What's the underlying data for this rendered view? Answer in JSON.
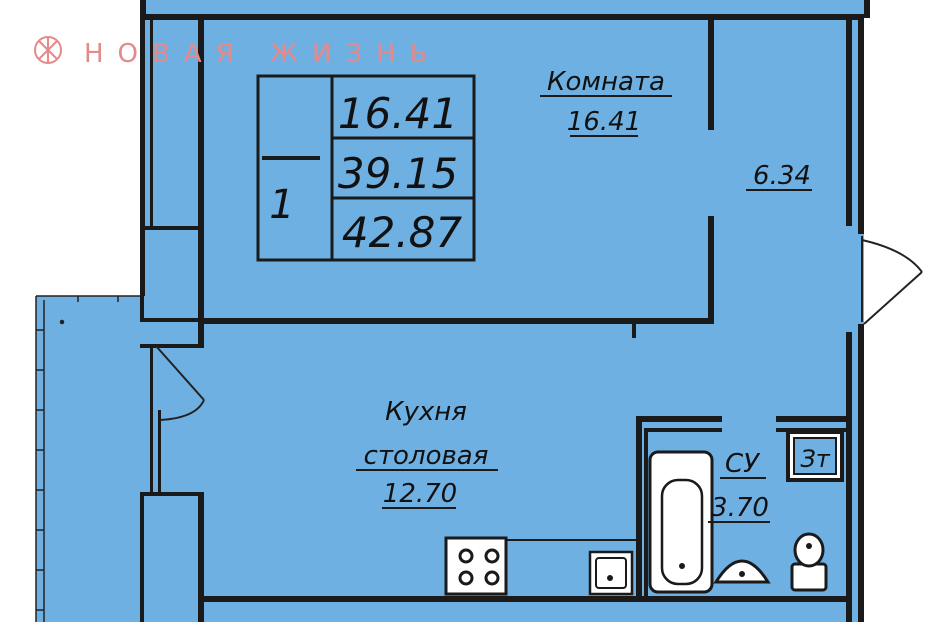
{
  "brand": {
    "name": "НОВАЯ ЖИЗНЬ",
    "logo_icon": "snowflake-circle-icon",
    "color": "#e58a8a"
  },
  "summary": {
    "rooms": "1",
    "living_area": "16.41",
    "total_area": "39.15",
    "total_with_balcony": "42.87"
  },
  "rooms": {
    "room": {
      "name": "Комната",
      "area": "16.41"
    },
    "hall": {
      "area": "6.34"
    },
    "kitchen": {
      "name_line1": "Кухня",
      "name_line2": "столовая",
      "area": "12.70"
    },
    "bathroom": {
      "name": "СУ",
      "area": "3.70"
    }
  },
  "fixtures": {
    "riser_label": "Зт"
  },
  "colors": {
    "floor": "#6fb0e3",
    "wall": "#1a1a1a",
    "balcony": "#6fb0e3",
    "brand": "#e58a8a"
  }
}
